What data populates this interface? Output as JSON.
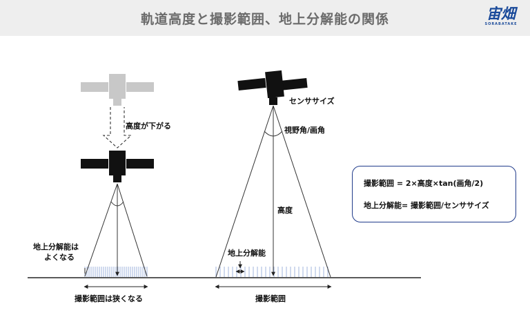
{
  "header": {
    "title": "軌道高度と撮影範囲、地上分解能の関係",
    "logo": {
      "text": "宙畑",
      "subtext": "SORABATAKE"
    }
  },
  "left_diagram": {
    "altitude_change_label": "高度が下がる",
    "resolution_label_line1": "地上分解能は",
    "resolution_label_line2": "よくなる",
    "swath_label": "撮影範囲は狭くなる"
  },
  "right_diagram": {
    "sensor_size_label": "センササイズ",
    "fov_label": "視野角/画角",
    "altitude_label": "高度",
    "resolution_label": "地上分解能",
    "swath_label": "撮影範囲"
  },
  "formulas": {
    "swath": "撮影範囲 = 2×高度×tan(画角/2)",
    "resolution": "地上分解能= 撮影範囲/センササイズ"
  },
  "colors": {
    "header_bg": "#eeeeee",
    "box_border": "#1f3a8a",
    "satellite_ghost": "#c8c8c8",
    "hatch": "#8aa2d6"
  }
}
